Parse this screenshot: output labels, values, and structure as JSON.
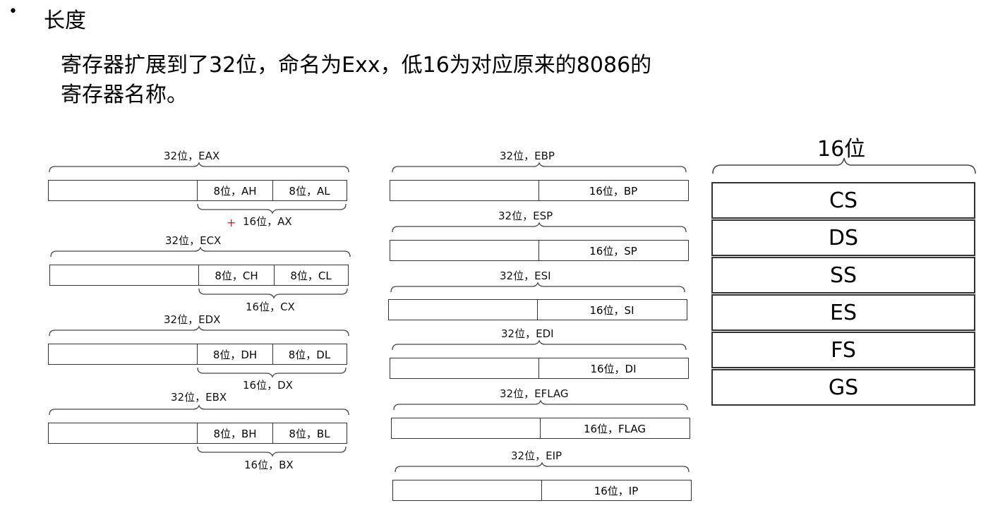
{
  "slide": {
    "bullet": "•",
    "heading": "长度",
    "desc_line1": "寄存器扩展到了32位，命名为Exx，低16为对应原来的8086的",
    "desc_line2": "寄存器名称。"
  },
  "general_registers": [
    {
      "top32": "32位，EAX",
      "high8": "8位，AH",
      "low8": "8位，AL",
      "bottom16": "16位，AX"
    },
    {
      "top32": "32位，ECX",
      "high8": "8位，CH",
      "low8": "8位，CL",
      "bottom16": "16位，CX"
    },
    {
      "top32": "32位，EDX",
      "high8": "8位，DH",
      "low8": "8位，DL",
      "bottom16": "16位，DX"
    },
    {
      "top32": "32位，EBX",
      "high8": "8位，BH",
      "low8": "8位，BL",
      "bottom16": "16位，BX"
    }
  ],
  "pointer_registers": [
    {
      "top32": "32位，EBP",
      "low16": "16位，BP"
    },
    {
      "top32": "32位，ESP",
      "low16": "16位，SP"
    },
    {
      "top32": "32位，ESI",
      "low16": "16位，SI"
    },
    {
      "top32": "32位，EDI",
      "low16": "16位，DI"
    },
    {
      "top32": "32位，EFLAG",
      "low16": "16位，FLAG"
    },
    {
      "top32": "32位，EIP",
      "low16": "16位，IP"
    }
  ],
  "segment_registers": {
    "title": "16位",
    "items": [
      "CS",
      "DS",
      "SS",
      "ES",
      "FS",
      "GS"
    ]
  },
  "marker": "+"
}
